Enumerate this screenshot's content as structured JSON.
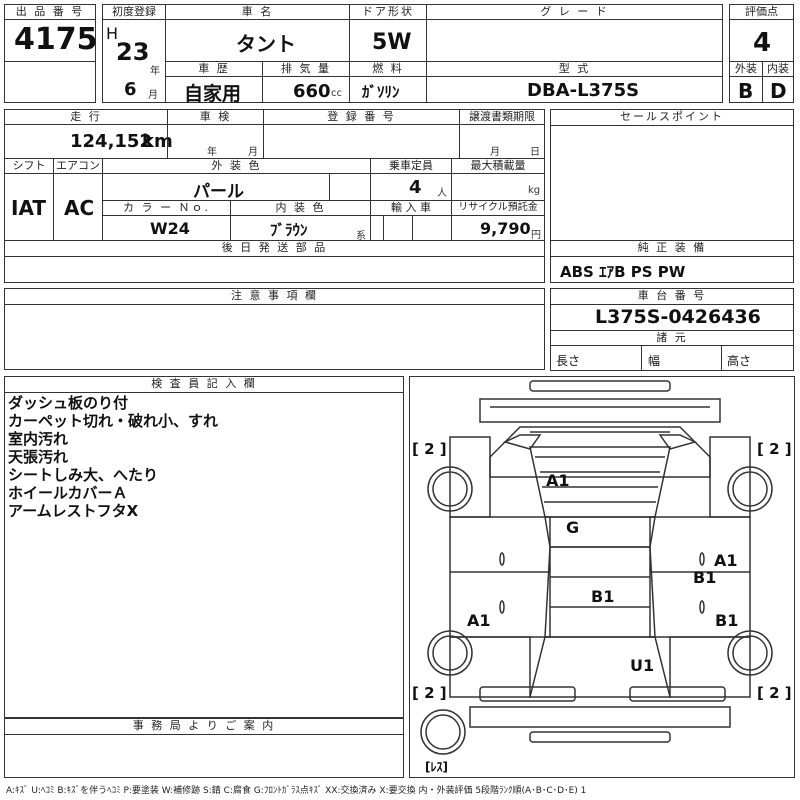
{
  "header": {
    "lot_label": "出 品 番 号",
    "lot_number": "4175",
    "first_reg_label": "初度登録",
    "era": "H",
    "year": "23",
    "year_unit": "年",
    "month": "6",
    "month_unit": "月",
    "name_label": "車 名",
    "name": "タント",
    "door_label": "ドア形状",
    "door": "5W",
    "grade_label": "グ レ ー ド",
    "grade": "",
    "score_label": "評価点",
    "score": "4",
    "history_label": "車 歴",
    "history": "自家用",
    "disp_label": "排 気 量",
    "disp": "660",
    "disp_unit": "cc",
    "fuel_label": "燃 料",
    "fuel": "ｶﾞｿﾘﾝ",
    "model_label": "型 式",
    "model": "DBA-L375S",
    "ext_label": "外装",
    "ext": "B",
    "int_label": "内装",
    "int": "D"
  },
  "info": {
    "mileage_label": "走 行",
    "mileage": "124,152",
    "mileage_unit": "km",
    "inspection_label": "車 検",
    "insp_year_unit": "年",
    "insp_month_unit": "月",
    "reg_label": "登 録 番 号",
    "transfer_label": "譲渡書類期限",
    "transfer_month_unit": "月",
    "transfer_day_unit": "日",
    "shift_label": "シフト",
    "shift": "IAT",
    "ac_label": "エアコン",
    "ac": "AC",
    "color_label": "外 装 色",
    "color": "パール",
    "capacity_label": "乗車定員",
    "capacity": "4",
    "capacity_unit": "人",
    "load_label": "最大積載量",
    "load_unit": "kg",
    "color_no_label": "カ ラ ー Ｎｏ.",
    "color_no": "W24",
    "interior_color_label": "内 装 色",
    "interior_color": "ﾌﾞﾗｳﾝ",
    "interior_unit": "系",
    "import_label": "輸 入 車",
    "recycle_label": "リサイクル預託金",
    "recycle": "9,790",
    "recycle_unit": "円",
    "later_parts_label": "後 日 発 送 部 品",
    "notes_label": "注 意 事 項 欄",
    "inspector_label": "検 査 員 記 入 欄",
    "office_label": "事 務 局 よ り ご 案 内"
  },
  "sales_points_label": "セールスポイント",
  "equipment": {
    "label": "純 正 装 備",
    "value": "ABS ｴｱB PS PW"
  },
  "chassis": {
    "label": "車 台 番 号",
    "value": "L375S-0426436",
    "dims_label": "諸 元",
    "length": "長さ",
    "width": "幅",
    "height": "高さ"
  },
  "inspector_notes": [
    "ダッシュ板のり付",
    "カーペット切れ・破れ小、すれ",
    "室内汚れ",
    "天張汚れ",
    "シートしみ大、へたり",
    "ホイールカバーＡ",
    "アームレストフタX"
  ],
  "diagram_marks": {
    "tire_fl": "[ 2 ]",
    "tire_fr": "[ 2 ]",
    "tire_rl": "[ 2 ]",
    "tire_rr": "[ 2 ]",
    "hood": "A1",
    "windshield": "G",
    "right_front_door": "A1",
    "right_front_door_b": "B1",
    "roof": "B1",
    "left_rear": "A1",
    "right_rear": "B1",
    "back_door": "U1",
    "spare": "[ﾚｽ]"
  },
  "legend": "A:ｷｽﾞ U:ﾍｺﾐ B:ｷｽﾞを伴うﾍｺﾐ P:要塗装 W:補修跡 S:錆 C:腐食 G:ﾌﾛﾝﾄｶﾞﾗｽ点ｷｽﾞ XX:交換済み X:要交換  内・外装評価 5段階ﾗﾝｸ順(A･B･C･D･E) 1"
}
